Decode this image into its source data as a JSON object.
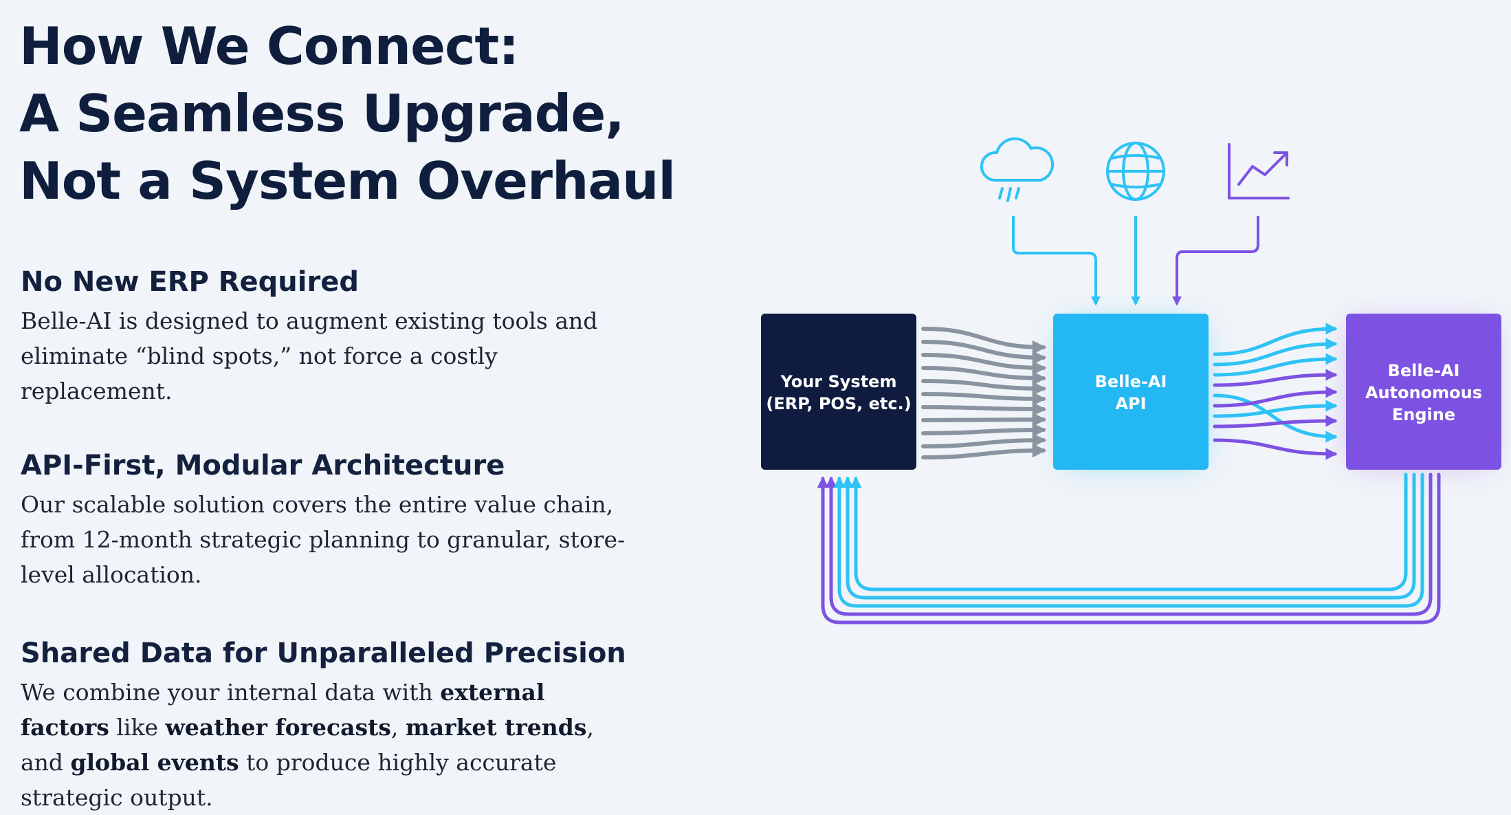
{
  "title": {
    "line1": "How We Connect:",
    "line2": "A Seamless Upgrade,",
    "line3": "Not a System Overhaul"
  },
  "sections": [
    {
      "heading": "No New ERP Required",
      "body": "Belle-AI is designed to augment existing tools and eliminate “blind spots,” not force a costly replacement."
    },
    {
      "heading": "API-First, Modular Architecture",
      "body": "Our scalable solution covers the entire value chain, from 12-month strategic planning to granular, store-level allocation."
    },
    {
      "heading": "Shared Data for Unparalleled Precision",
      "body_parts": {
        "p1": "We combine your internal data with ",
        "b1": "external factors",
        "p2": " like ",
        "b2": "weather forecasts",
        "p3": ", ",
        "b3": "market trends",
        "p4": ", and ",
        "b4": "global events",
        "p5": " to produce highly accurate strategic output."
      }
    }
  ],
  "diagram": {
    "nodes": {
      "your_system": {
        "line1": "Your System",
        "line2": "(ERP, POS, etc.)"
      },
      "api": {
        "line1": "Belle-AI",
        "line2": "API"
      },
      "engine": {
        "line1": "Belle-AI",
        "line2": "Autonomous",
        "line3": "Engine"
      }
    },
    "inputs": [
      "cloud-rain-icon",
      "globe-icon",
      "trend-chart-icon"
    ],
    "colors": {
      "navy": "#0f1c3f",
      "cyan": "#1db9f2",
      "purple": "#7c4ee0",
      "gray_flow": "#8a93a0"
    }
  }
}
